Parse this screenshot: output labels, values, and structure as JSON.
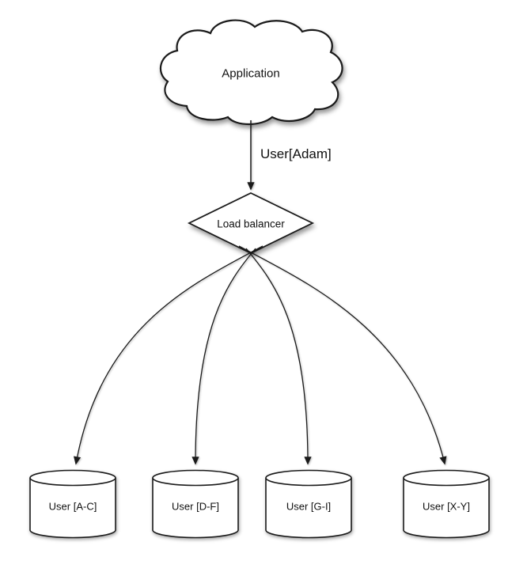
{
  "nodes": {
    "application": {
      "label": "Application",
      "shape": "cloud"
    },
    "load_balancer": {
      "label": "Load balancer",
      "shape": "diamond"
    },
    "shards": [
      {
        "label": "User [A-C]",
        "shape": "cylinder"
      },
      {
        "label": "User [D-F]",
        "shape": "cylinder"
      },
      {
        "label": "User [G-I]",
        "shape": "cylinder"
      },
      {
        "label": "User [X-Y]",
        "shape": "cylinder"
      }
    ]
  },
  "edges": {
    "application_to_load_balancer": {
      "label": "User[Adam]"
    }
  },
  "colors": {
    "stroke": "#1a1a1a",
    "fill": "#ffffff",
    "background": "#ffffff",
    "text": "#111111"
  }
}
